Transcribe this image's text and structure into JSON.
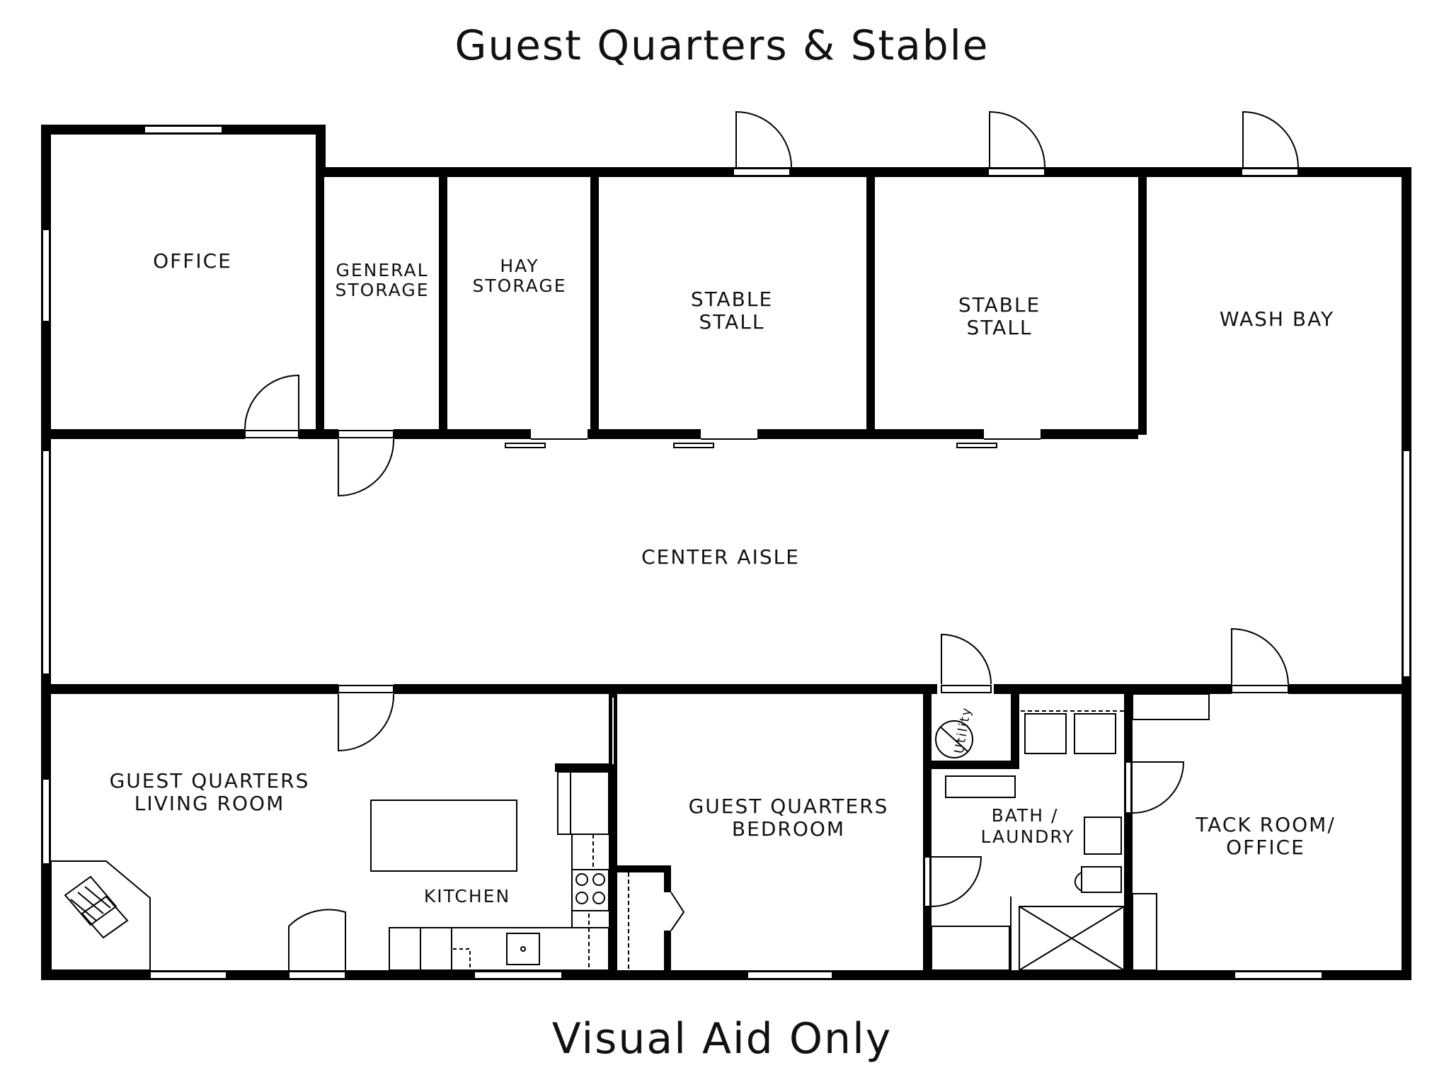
{
  "title": "Guest Quarters & Stable",
  "footer": "Visual Aid Only",
  "rooms": {
    "office": "OFFICE",
    "general_storage": [
      "GENERAL",
      "STORAGE"
    ],
    "hay_storage": [
      "HAY",
      "STORAGE"
    ],
    "stable_stall_1": [
      "STABLE",
      "STALL"
    ],
    "stable_stall_2": [
      "STABLE",
      "STALL"
    ],
    "wash_bay": "WASH BAY",
    "center_aisle": "CENTER AISLE",
    "living_room": [
      "GUEST QUARTERS",
      "LIVING ROOM"
    ],
    "kitchen": "KITCHEN",
    "bedroom": [
      "GUEST QUARTERS",
      "BEDROOM"
    ],
    "utility": "Utility",
    "bath_laundry": [
      "BATH /",
      "LAUNDRY"
    ],
    "tack_room": [
      "TACK ROOM/",
      "OFFICE"
    ]
  }
}
